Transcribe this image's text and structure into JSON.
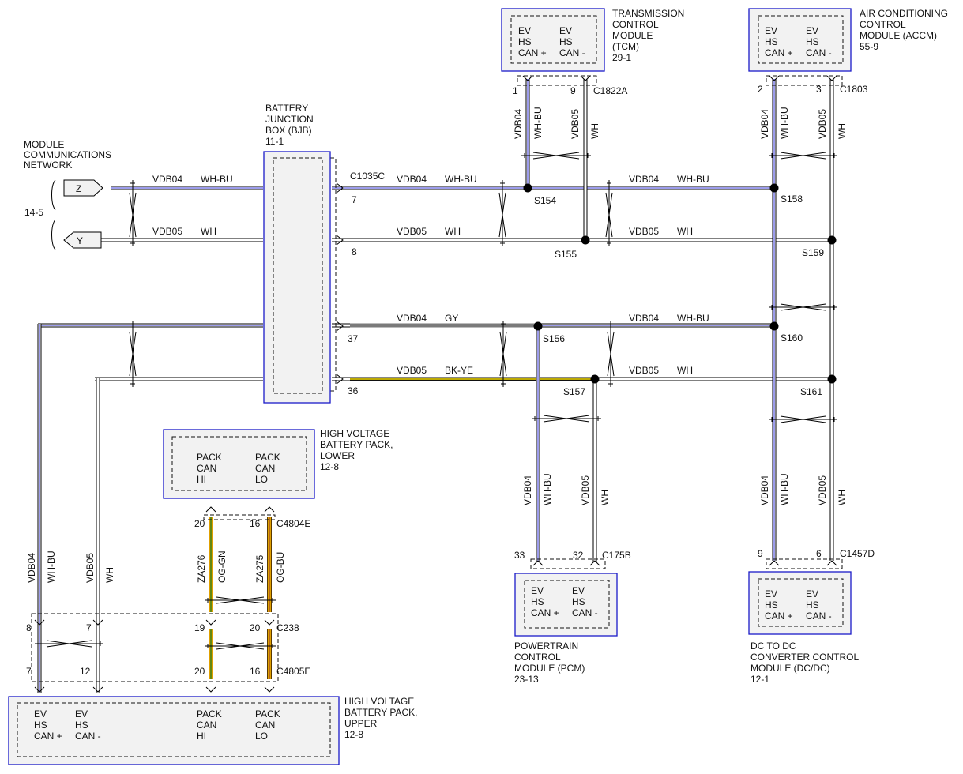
{
  "colors": {
    "wh_bu_stripe": "#3a3ad8",
    "gy": "#7a7a7a",
    "bk": "#111111",
    "ye": "#e8d000",
    "og": "#e0a000",
    "og_gn": "#2e7d1a",
    "og_bu": "#a0522d",
    "module_border": "#1a1ac8"
  },
  "modules": {
    "tcm": {
      "name": [
        "TRANSMISSION",
        "CONTROL",
        "MODULE",
        "(TCM)"
      ],
      "ref": "29-1",
      "pins": [
        [
          "EV",
          "HS",
          "CAN +"
        ],
        [
          "EV",
          "HS",
          "CAN -"
        ]
      ]
    },
    "accm": {
      "name": [
        "AIR CONDITIONING",
        "CONTROL",
        "MODULE (ACCM)"
      ],
      "ref": "55-9",
      "pins": [
        [
          "EV",
          "HS",
          "CAN +"
        ],
        [
          "EV",
          "HS",
          "CAN -"
        ]
      ]
    },
    "bjb": {
      "name": [
        "BATTERY",
        "JUNCTION",
        "BOX (BJB)"
      ],
      "ref": "11-1"
    },
    "network": {
      "name": [
        "MODULE",
        "COMMUNICATIONS",
        "NETWORK"
      ],
      "ref": "14-5",
      "z": "Z",
      "y": "Y"
    },
    "hvbp_lower": {
      "name": [
        "HIGH VOLTAGE",
        "BATTERY PACK,",
        "LOWER"
      ],
      "ref": "12-8",
      "pins": [
        [
          "PACK",
          "CAN",
          "HI"
        ],
        [
          "PACK",
          "CAN",
          "LO"
        ]
      ]
    },
    "pcm": {
      "name": [
        "POWERTRAIN",
        "CONTROL",
        "MODULE (PCM)"
      ],
      "ref": "23-13",
      "pins": [
        [
          "EV",
          "HS",
          "CAN +"
        ],
        [
          "EV",
          "HS",
          "CAN -"
        ]
      ]
    },
    "dcdc": {
      "name": [
        "DC TO DC",
        "CONVERTER CONTROL",
        "MODULE (DC/DC)"
      ],
      "ref": "12-1",
      "pins": [
        [
          "EV",
          "HS",
          "CAN +"
        ],
        [
          "EV",
          "HS",
          "CAN -"
        ]
      ]
    },
    "hvbp_upper": {
      "name": [
        "HIGH VOLTAGE",
        "BATTERY PACK,",
        "UPPER"
      ],
      "ref": "12-8",
      "pins": [
        [
          "EV",
          "HS",
          "CAN +"
        ],
        [
          "EV",
          "HS",
          "CAN -"
        ],
        [
          "PACK",
          "CAN",
          "HI"
        ],
        [
          "PACK",
          "CAN",
          "LO"
        ]
      ]
    }
  },
  "connectors": {
    "c1822a": "C1822A",
    "c1803": "C1803",
    "c1035c": "C1035C",
    "c4804e": "C4804E",
    "c238": "C238",
    "c4805e": "C4805E",
    "c175b": "C175B",
    "c1457d": "C1457D"
  },
  "splices": {
    "s154": "S154",
    "s155": "S155",
    "s156": "S156",
    "s157": "S157",
    "s158": "S158",
    "s159": "S159",
    "s160": "S160",
    "s161": "S161"
  },
  "pins": {
    "tcm_1": "1",
    "tcm_9": "9",
    "accm_2": "2",
    "accm_3": "3",
    "bjb_7": "7",
    "bjb_8": "8",
    "bjb_37": "37",
    "bjb_36": "36",
    "lower_20": "20",
    "lower_16": "16",
    "pcm_33": "33",
    "pcm_32": "32",
    "dcdc_9": "9",
    "dcdc_6": "6",
    "c238_8": "8",
    "c238_7": "7",
    "c238_19": "19",
    "c238_20": "20",
    "c4805e_7": "7",
    "c4805e_12": "12",
    "c4805e_20": "20",
    "c4805e_16": "16"
  },
  "wires": {
    "vdb04": "VDB04",
    "vdb05": "VDB05",
    "za276": "ZA276",
    "za275": "ZA275",
    "wh_bu": "WH-BU",
    "wh": "WH",
    "gy": "GY",
    "bk_ye": "BK-YE",
    "og_gn": "OG-GN",
    "og_bu": "OG-BU"
  }
}
